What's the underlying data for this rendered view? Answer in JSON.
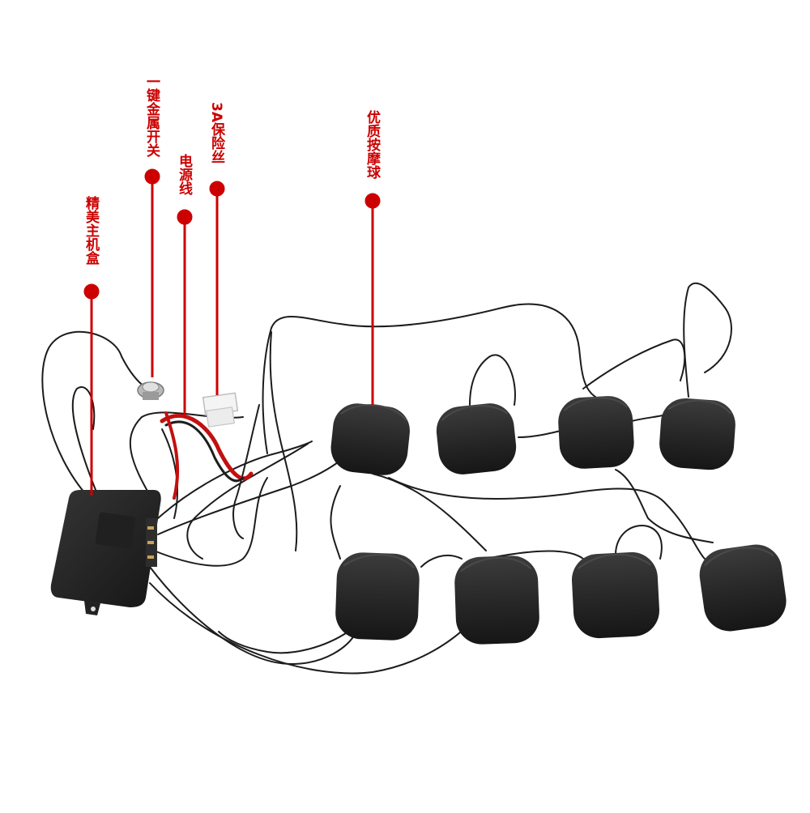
{
  "callouts": {
    "main_box": "精美主机盒",
    "switch": "一键金属开关",
    "power_cord": "电源线",
    "fuse": "3A保险丝",
    "massage_ball": "优质按摩球"
  },
  "colors": {
    "callout": "#cc0000",
    "device": "#2a2a2a",
    "cable": "#1c1c1c",
    "power_wire": "#c21010"
  }
}
